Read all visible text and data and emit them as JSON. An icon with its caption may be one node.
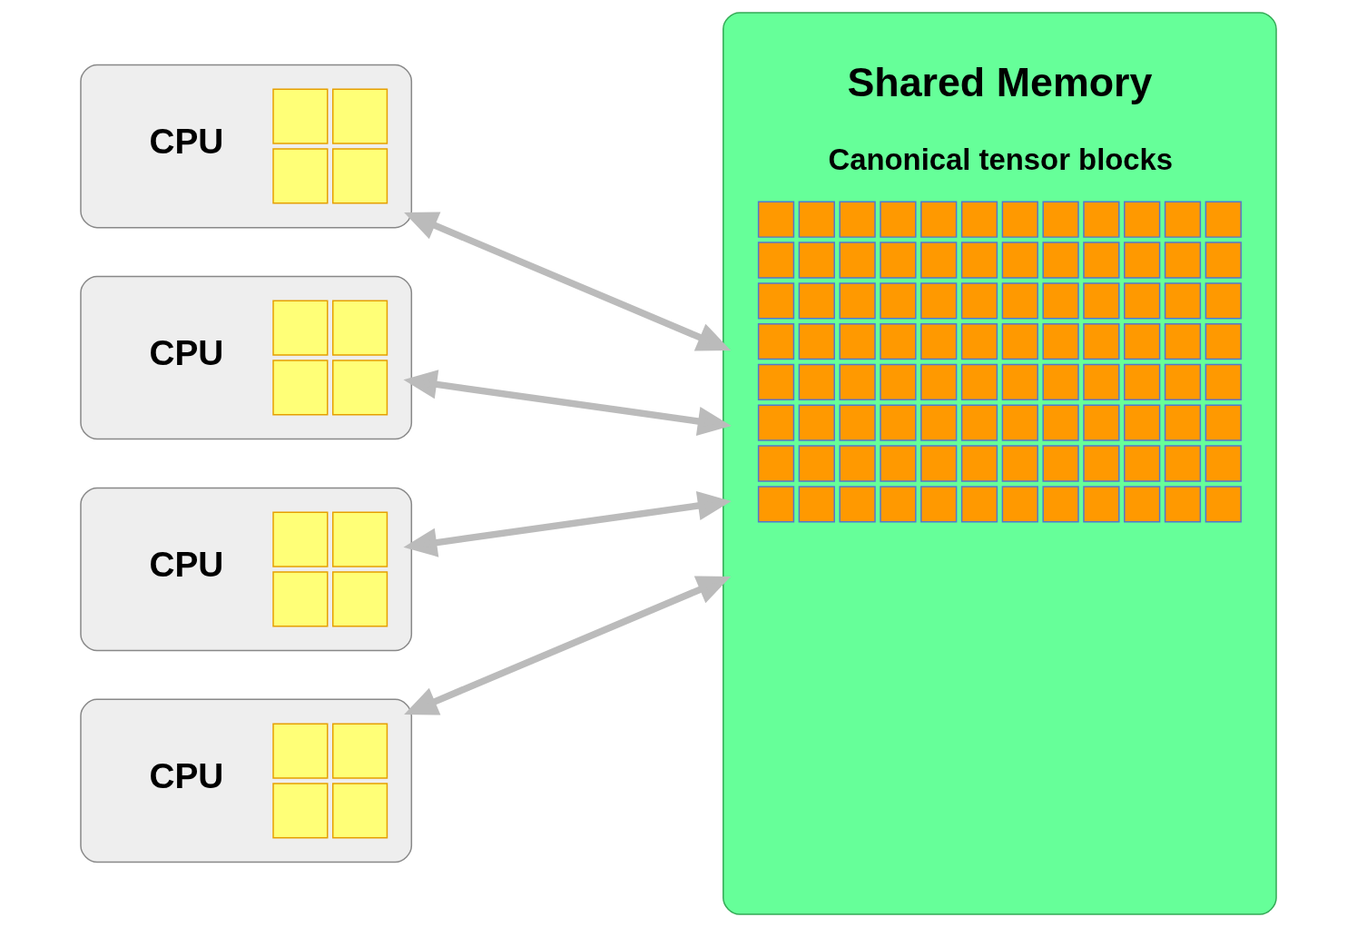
{
  "diagram": {
    "nodes": [
      {
        "text": [
          "CPU"
        ]
      },
      {
        "text": [
          "CPU"
        ]
      },
      {
        "text": [
          "CPU"
        ]
      },
      {
        "text": [
          "CPU"
        ]
      },
      {
        "text": [
          "Shared Memory",
          "Canonical tensor blocks"
        ]
      }
    ],
    "edges": [
      {
        "from": 0,
        "to": 4,
        "arrow": "both"
      },
      {
        "from": 1,
        "to": 4,
        "arrow": "both"
      },
      {
        "from": 2,
        "to": 4,
        "arrow": "both"
      },
      {
        "from": 3,
        "to": 4,
        "arrow": "both"
      }
    ]
  }
}
